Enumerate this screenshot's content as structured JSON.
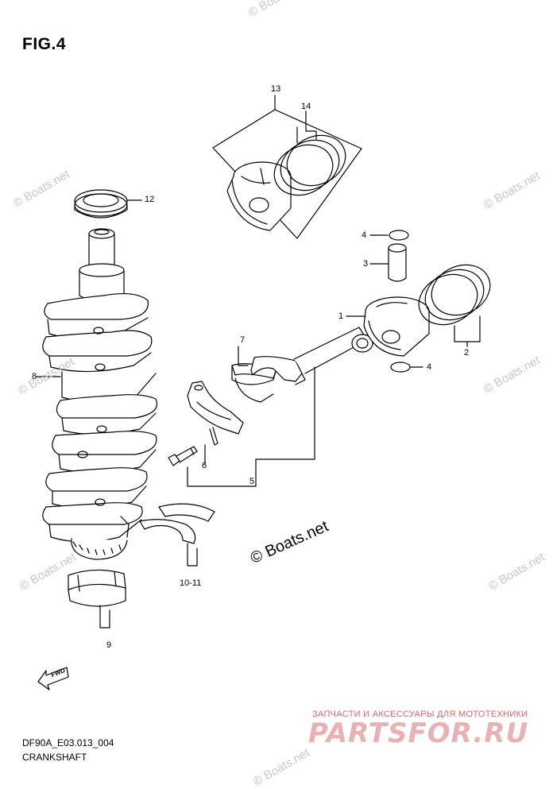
{
  "figure_label": "FIG.4",
  "diagram_code": "DF90A_E03.013_004",
  "diagram_name": "CRANKSHAFT",
  "copyright_mark": "© Boats.net",
  "watermark_text": "© Boats.net",
  "partsfor": {
    "tagline": "ЗАПЧАСТИ И АКСЕССУАРЫ ДЛЯ МОТОТЕХНИКИ",
    "logo": "PARTSFOR.RU"
  },
  "fwd_label": "FWD",
  "callouts": {
    "c1": "1",
    "c2": "2",
    "c3": "3",
    "c4a": "4",
    "c4b": "4",
    "c5": "5",
    "c6": "6",
    "c7": "7",
    "c8": "8",
    "c9": "9",
    "c10_11": "10-11",
    "c12": "12",
    "c13": "13",
    "c14": "14"
  },
  "colors": {
    "line": "#000000",
    "watermark": "#c8c8c8",
    "partsfor_tagline": "#d06a6a",
    "partsfor_logo": "#e8b2b2"
  }
}
